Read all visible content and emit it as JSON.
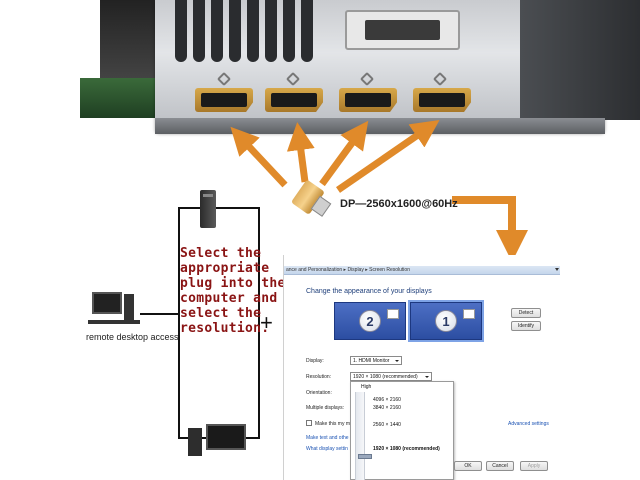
{
  "plug_label": "DP—2560x1600@60Hz",
  "instruction_text": "Select the appropriate plug into the computer and select the resolution.",
  "desk_caption": "remote desktop access",
  "plus_sign": "+",
  "colors": {
    "arrow": "#e08a2a",
    "instruction": "#8a1414",
    "windows_blue": "#2c4ea2"
  },
  "window": {
    "breadcrumb": "ance and Personalization ▸ Display ▸ Screen Resolution",
    "title": "Change the appearance of your displays",
    "monitors": [
      {
        "number": "2",
        "selected": false
      },
      {
        "number": "1",
        "selected": true
      }
    ],
    "detect_label": "Detect",
    "identify_label": "Identify",
    "display_label": "Display:",
    "display_value": "1. HDMI Monitor",
    "resolution_label": "Resolution:",
    "resolution_value": "1920 × 1080 (recommended)",
    "orientation_label": "Orientation:",
    "multiple_displays_label": "Multiple displays:",
    "make_main_label": "Make this my m",
    "advanced_settings_link": "Advanced settings",
    "text_link": "Make text and othe",
    "what_settings_link": "What display settin",
    "dropdown": {
      "header": "High",
      "options": [
        "4096 × 2160",
        "3840 × 2160",
        "2560 × 1440",
        "1920 × 1080 (recommended)"
      ]
    },
    "ok_label": "OK",
    "cancel_label": "Cancel",
    "apply_label": "Apply"
  }
}
